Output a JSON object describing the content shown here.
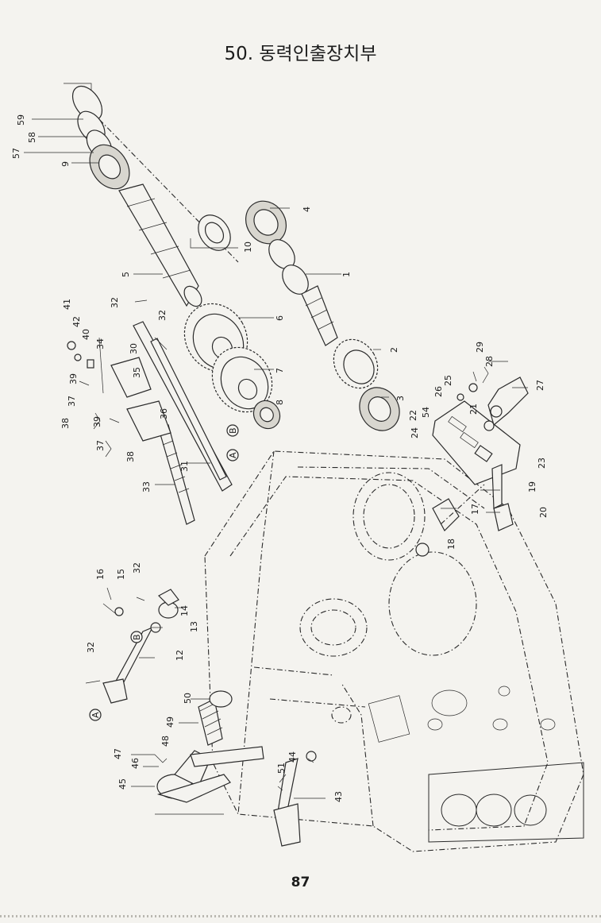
{
  "page": {
    "title": "50. 동력인출장치부",
    "page_number": "87"
  },
  "callouts": {
    "c59": "59",
    "c58": "58",
    "c57": "57",
    "c9": "9",
    "c4": "4",
    "c10": "10",
    "c1": "1",
    "c5": "5",
    "c6": "6",
    "c7": "7",
    "c2": "2",
    "c8": "8",
    "c3": "3",
    "c41": "41",
    "c42": "42",
    "c40": "40",
    "c34": "34",
    "c32a": "32",
    "c32b": "32",
    "c30": "30",
    "c39a": "39",
    "c35": "35",
    "c37a": "37",
    "c38a": "38",
    "c36": "36",
    "c39b": "39",
    "c37b": "37",
    "c38b": "38",
    "c31": "31",
    "c33": "33",
    "c29": "29",
    "c28": "28",
    "c25": "25",
    "c27": "27",
    "c26": "26",
    "c22": "22",
    "c54": "54",
    "c24": "24",
    "c21": "21",
    "c23": "23",
    "c19": "19",
    "c20": "20",
    "c17": "17",
    "c18": "18",
    "c16": "16",
    "c15": "15",
    "c32c": "32",
    "c14": "14",
    "c13": "13",
    "c32d": "32",
    "c12": "12",
    "c50": "50",
    "c49": "49",
    "c48": "48",
    "c47": "47",
    "c46": "46",
    "c45": "45",
    "c51": "51",
    "c44": "44",
    "c43": "43",
    "markA1": "A",
    "markB1": "B",
    "markA2": "A",
    "markB2": "B"
  }
}
